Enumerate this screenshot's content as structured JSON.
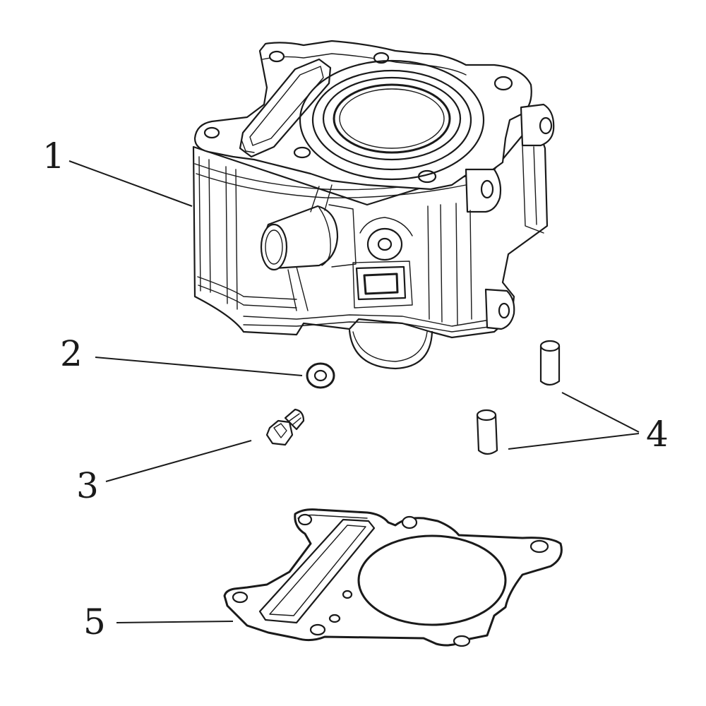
{
  "callouts": {
    "c1": "1",
    "c2": "2",
    "c3": "3",
    "c4": "4",
    "c5": "5"
  },
  "colors": {
    "ink": "#1a1a1a",
    "background": "#ffffff"
  }
}
